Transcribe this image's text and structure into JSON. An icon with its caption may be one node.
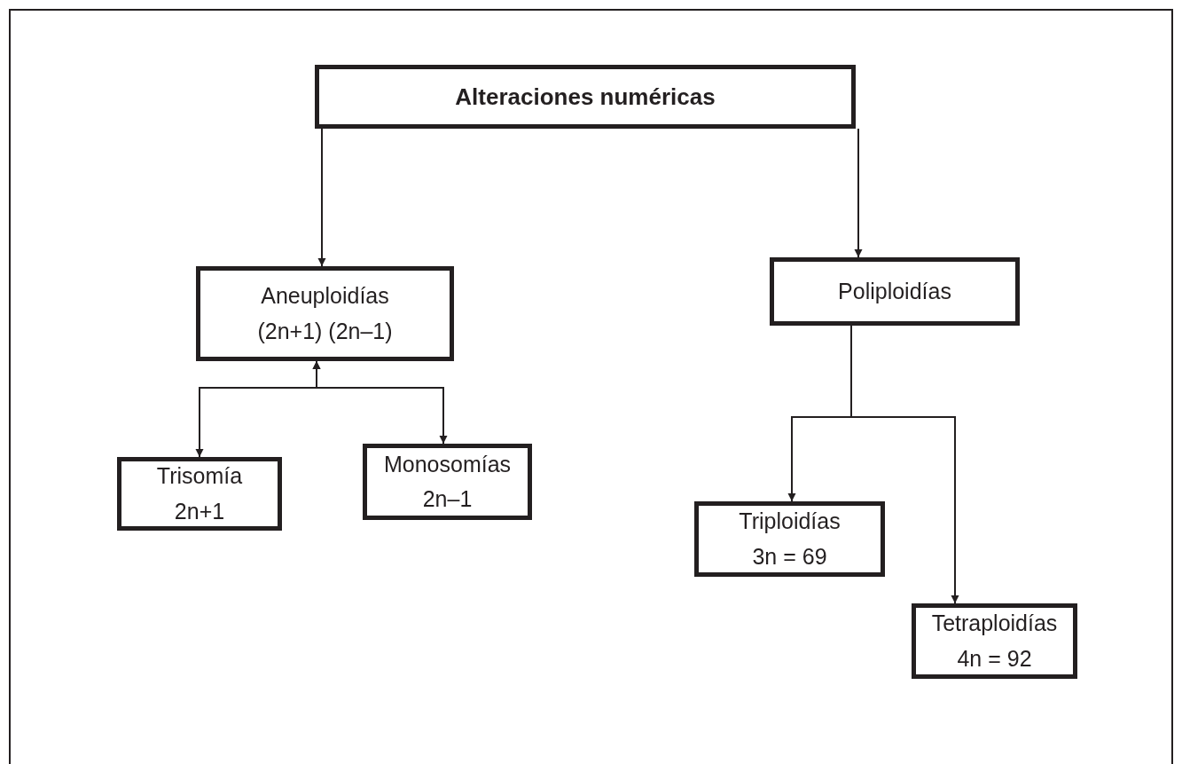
{
  "diagram": {
    "nodes": [
      {
        "text": [
          "Alteraciones numéricas"
        ]
      },
      {
        "text": [
          "Aneuploidías",
          "(2n+1) (2n–1)"
        ]
      },
      {
        "text": [
          "Poliploidías"
        ]
      },
      {
        "text": [
          "Trisomía",
          "2n+1"
        ]
      },
      {
        "text": [
          "Monosomías",
          "2n–1"
        ]
      },
      {
        "text": [
          "Triploidías",
          "3n = 69"
        ]
      },
      {
        "text": [
          "Tetraploidías",
          "4n = 92"
        ]
      }
    ],
    "edges": [
      {
        "from": 0,
        "to": 1,
        "arrow": "to"
      },
      {
        "from": 0,
        "to": 2,
        "arrow": "to"
      },
      {
        "from": 1,
        "to": 3,
        "arrow": "both"
      },
      {
        "from": 1,
        "to": 4,
        "arrow": "both"
      },
      {
        "from": 2,
        "to": 5,
        "arrow": "to"
      },
      {
        "from": 2,
        "to": 6,
        "arrow": "to"
      }
    ]
  }
}
